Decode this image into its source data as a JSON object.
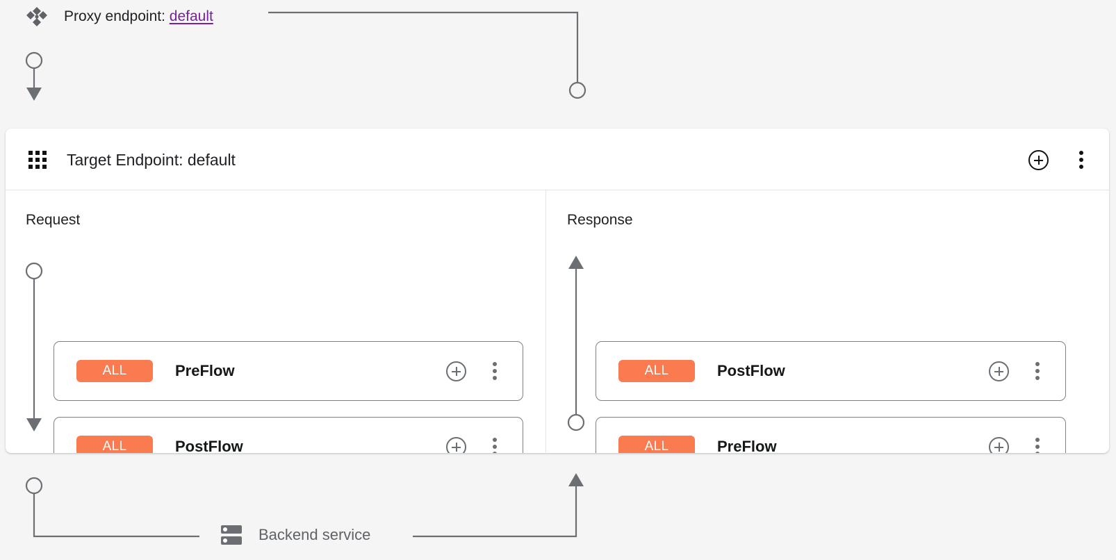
{
  "colors": {
    "page_background": "#f5f5f5",
    "panel_background": "#ffffff",
    "badge_orange": "#fb7b51",
    "link_purple": "#7b1fa2",
    "wire_gray": "#6b6f73",
    "muted_text": "#5f6368"
  },
  "proxy": {
    "icon": "diamond-cluster-icon",
    "label_prefix": "Proxy endpoint:",
    "link_text": "default"
  },
  "target_panel": {
    "icon": "grid-dots-icon",
    "title": "Target Endpoint: default",
    "actions": [
      {
        "name": "add-policy-button",
        "icon": "plus-circle-icon"
      },
      {
        "name": "more-options-button",
        "icon": "kebab-menu-icon"
      }
    ],
    "columns": [
      {
        "name": "request",
        "title": "Request",
        "flow_direction": "down",
        "cards": [
          {
            "badge": "ALL",
            "name": "PreFlow"
          },
          {
            "badge": "ALL",
            "name": "PostFlow"
          }
        ]
      },
      {
        "name": "response",
        "title": "Response",
        "flow_direction": "up",
        "cards": [
          {
            "badge": "ALL",
            "name": "PostFlow"
          },
          {
            "badge": "ALL",
            "name": "PreFlow"
          }
        ]
      }
    ],
    "card_actions": [
      {
        "name": "add-step-button",
        "icon": "plus-circle-icon"
      },
      {
        "name": "card-more-options-button",
        "icon": "kebab-menu-icon"
      }
    ]
  },
  "backend": {
    "icon": "server-rack-icon",
    "label": "Backend service"
  }
}
